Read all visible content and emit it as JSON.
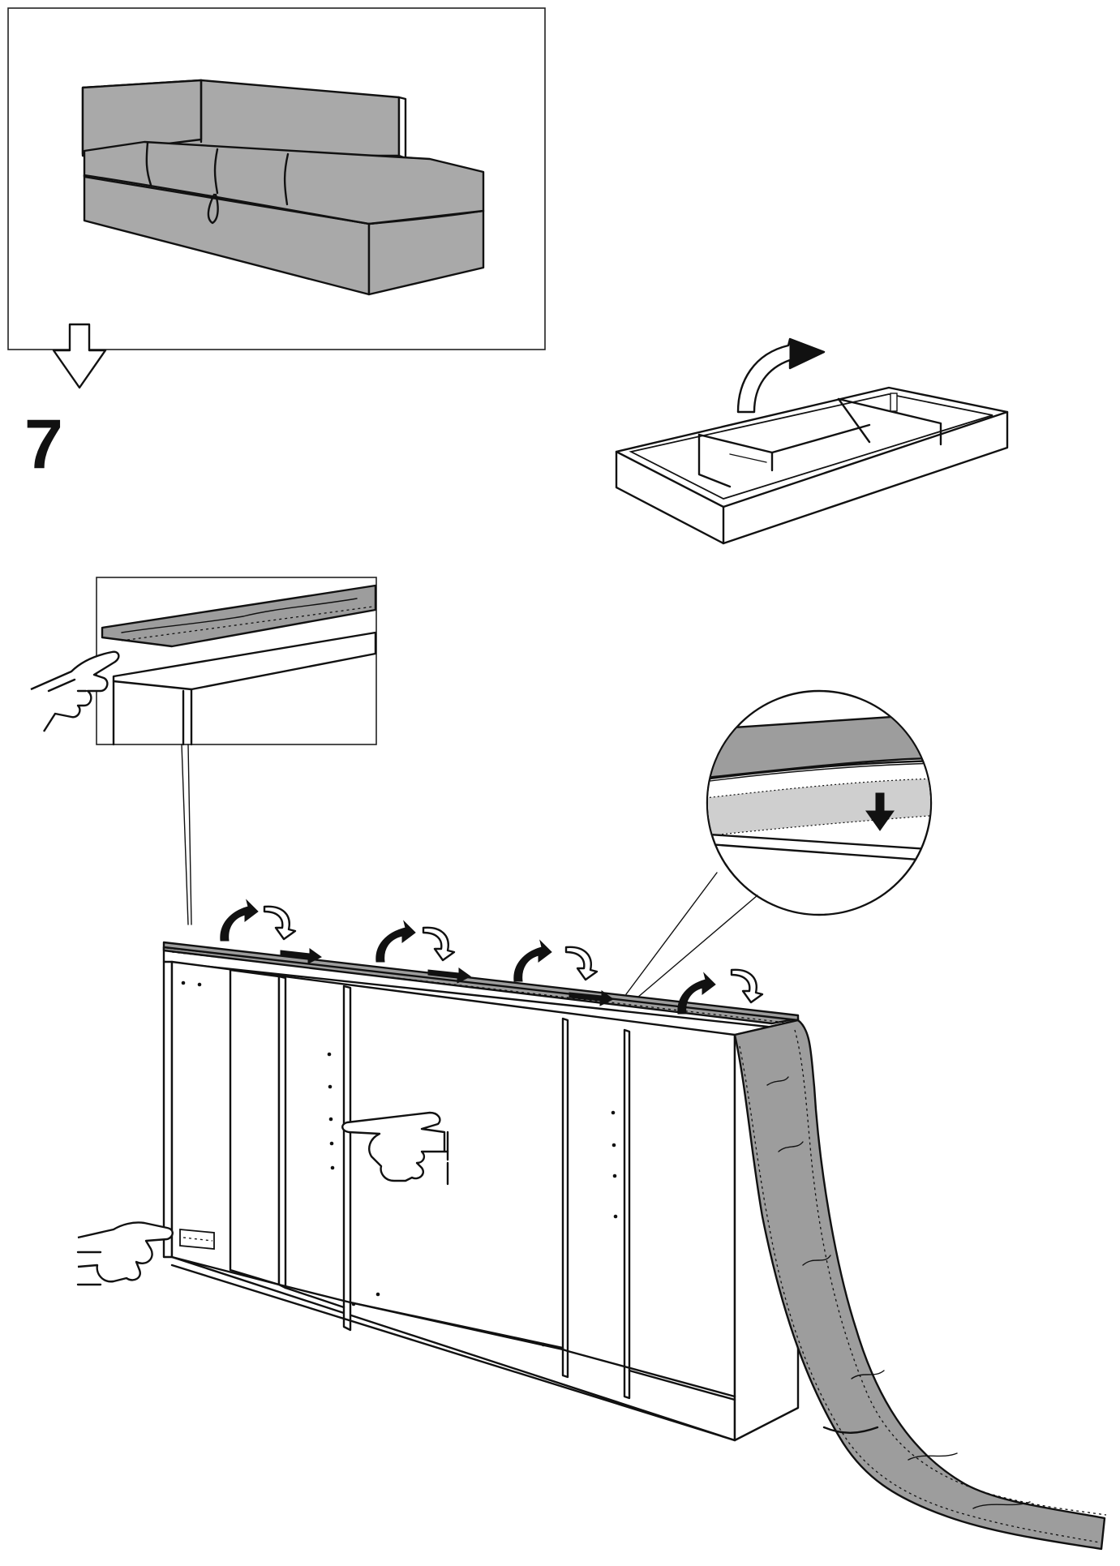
{
  "step": {
    "number": "7"
  },
  "colors": {
    "line": "#111111",
    "fabric": "#a9a9a9",
    "background": "#ffffff"
  },
  "illustrations": [
    "sofa-overview-inset",
    "down-hollow-arrow-icon",
    "storage-frame-flip",
    "rotate-arrow-icon",
    "top-panel-detail-inset",
    "pointing-hand-icon",
    "fabric-cover-magnifier",
    "down-arrow-icon",
    "sofa-back-frame-with-fabric",
    "press-arrow-icon",
    "release-arrow-icon",
    "right-arrow-icon",
    "bracket-hinge"
  ]
}
